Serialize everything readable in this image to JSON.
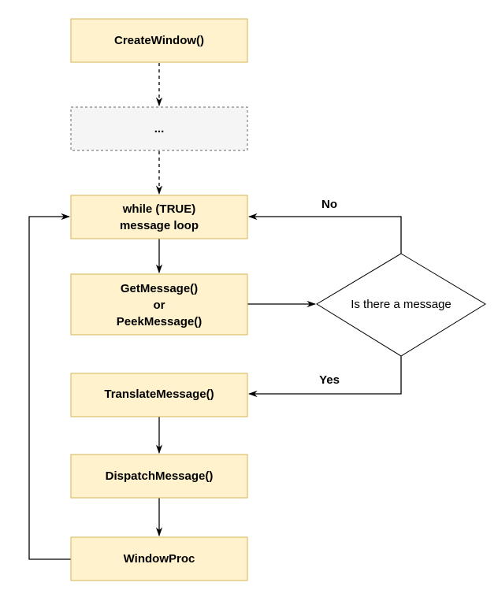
{
  "nodes": {
    "create_window": "CreateWindow()",
    "ellipsis": "...",
    "while_line1": "while (TRUE)",
    "while_line2": "message loop",
    "get_line1": "GetMessage()",
    "get_line2": "or",
    "get_line3": "PeekMessage()",
    "translate": "TranslateMessage()",
    "dispatch": "DispatchMessage()",
    "window_proc": "WindowProc",
    "decision": "Is there a message"
  },
  "edges": {
    "no_label": "No",
    "yes_label": "Yes"
  },
  "colors": {
    "box_fill": "#fff2cc",
    "box_stroke": "#d6b656",
    "dashed_fill": "#f5f5f5",
    "dashed_stroke": "#666666"
  }
}
